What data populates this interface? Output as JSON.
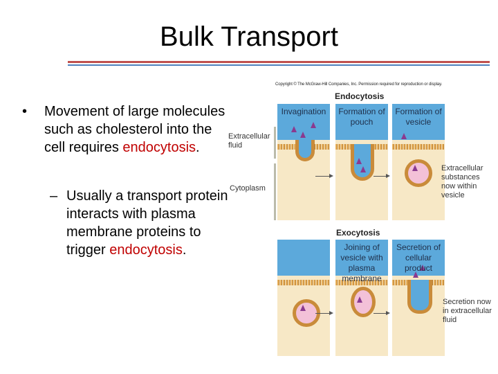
{
  "slide": {
    "title": "Bulk Transport",
    "rule_colors": {
      "red": "#c0504d",
      "blue": "#4f81bd"
    },
    "bullet1": {
      "pre": "Movement of large molecules such as cholesterol into the cell requires ",
      "term": "endocytosis",
      "post": "."
    },
    "bullet2": {
      "pre": "Usually a transport protein interacts with plasma membrane proteins to trigger ",
      "term": "endocytosis",
      "post": "."
    },
    "bullet_marker": "•",
    "sub_marker": "–"
  },
  "figure": {
    "copyright": "Copyright © The McGraw-Hill Companies, Inc. Permission required for reproduction or display.",
    "endocytosis": {
      "title": "Endocytosis",
      "stages": [
        "Invagination",
        "Formation of pouch",
        "Formation of vesicle"
      ],
      "labels": {
        "extracellular": "Extracellular fluid",
        "cytoplasm": "Cytoplasm",
        "result": "Extracellular substances now within vesicle"
      }
    },
    "exocytosis": {
      "title": "Exocytosis",
      "stages": [
        "",
        "Joining of vesicle with plasma membrane",
        "Secretion of cellular product"
      ],
      "labels": {
        "result": "Secretion now in extracellular fluid"
      }
    }
  }
}
